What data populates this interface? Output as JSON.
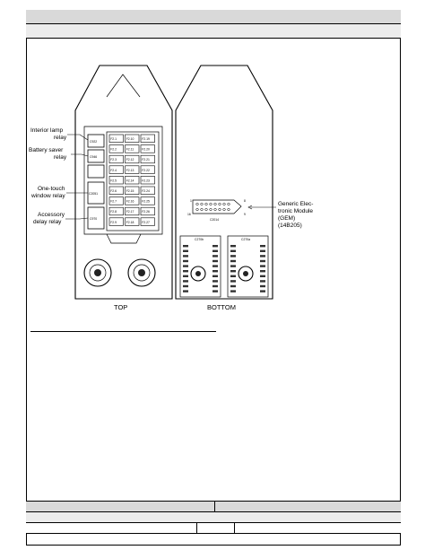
{
  "header": {
    "title": "",
    "subtitle": ""
  },
  "diagram": {
    "callouts": [
      {
        "id": "interior-lamp-relay",
        "lines": [
          "Interior lamp",
          "relay"
        ]
      },
      {
        "id": "battery-saver-relay",
        "lines": [
          "Battery saver",
          "relay"
        ]
      },
      {
        "id": "one-touch-window-relay",
        "lines": [
          "One-touch",
          "window relay"
        ]
      },
      {
        "id": "accessory-delay-relay",
        "lines": [
          "Accessory",
          "delay relay"
        ]
      },
      {
        "id": "gem",
        "lines": [
          "Generic Elec-",
          "tronic Module",
          "(GEM)",
          "(14B205)"
        ]
      }
    ],
    "relays": [
      {
        "id": "c922",
        "label": "C922"
      },
      {
        "id": "c946",
        "label": "C946"
      },
      {
        "id": "c2051",
        "label": "C2051"
      },
      {
        "id": "c970",
        "label": "C970"
      }
    ],
    "fuse_columns": [
      [
        "F2.1",
        "F2.2",
        "F2.3",
        "F2.4",
        "F2.5",
        "F2.6",
        "F2.7",
        "F2.8",
        "F2.9"
      ],
      [
        "F2.10",
        "F2.11",
        "F2.12",
        "F2.13",
        "F2.14",
        "F2.15",
        "F2.16",
        "F2.17",
        "F2.18"
      ],
      [
        "F2.19",
        "F2.20",
        "F2.21",
        "F2.22",
        "F2.23",
        "F2.24",
        "F2.25",
        "F2.26",
        "F2.27"
      ]
    ],
    "gem_connector": {
      "label": "C2014",
      "pin_start": "1",
      "pin_end": "8",
      "pin_left": "16",
      "pin_right": "9"
    },
    "bottom_connectors": [
      {
        "id": "c270b",
        "label": "C270b"
      },
      {
        "id": "c270a",
        "label": "C270a"
      }
    ],
    "view_labels": {
      "top": "TOP",
      "bottom": "BOTTOM"
    }
  },
  "footer": {
    "row1": [
      "",
      ""
    ],
    "row2": [
      ""
    ],
    "row3": [
      "",
      "",
      ""
    ]
  }
}
